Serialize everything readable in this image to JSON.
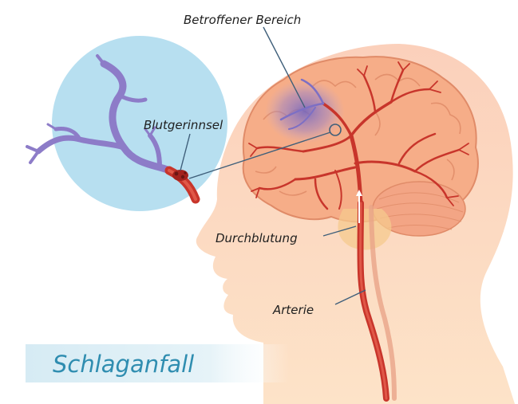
{
  "labels": {
    "affected_area": "Betroffener Bereich",
    "blood_clot": "Blutgerinnsel",
    "blood_flow": "Durchblutung",
    "artery": "Arterie"
  },
  "title": "Schlaganfall",
  "colors": {
    "skin": "#fcd9c0",
    "skin_light": "#fde7d6",
    "brain": "#f6ad88",
    "brain_fold": "#e08b68",
    "artery": "#c8352b",
    "vein_blue": "#7d7fc6",
    "zoom_circle": "#b7dff0",
    "title_band": "#dceef6",
    "title_text": "#2f8db0",
    "cerebellum": "#f3a585",
    "brainstem": "#f6c98e"
  }
}
